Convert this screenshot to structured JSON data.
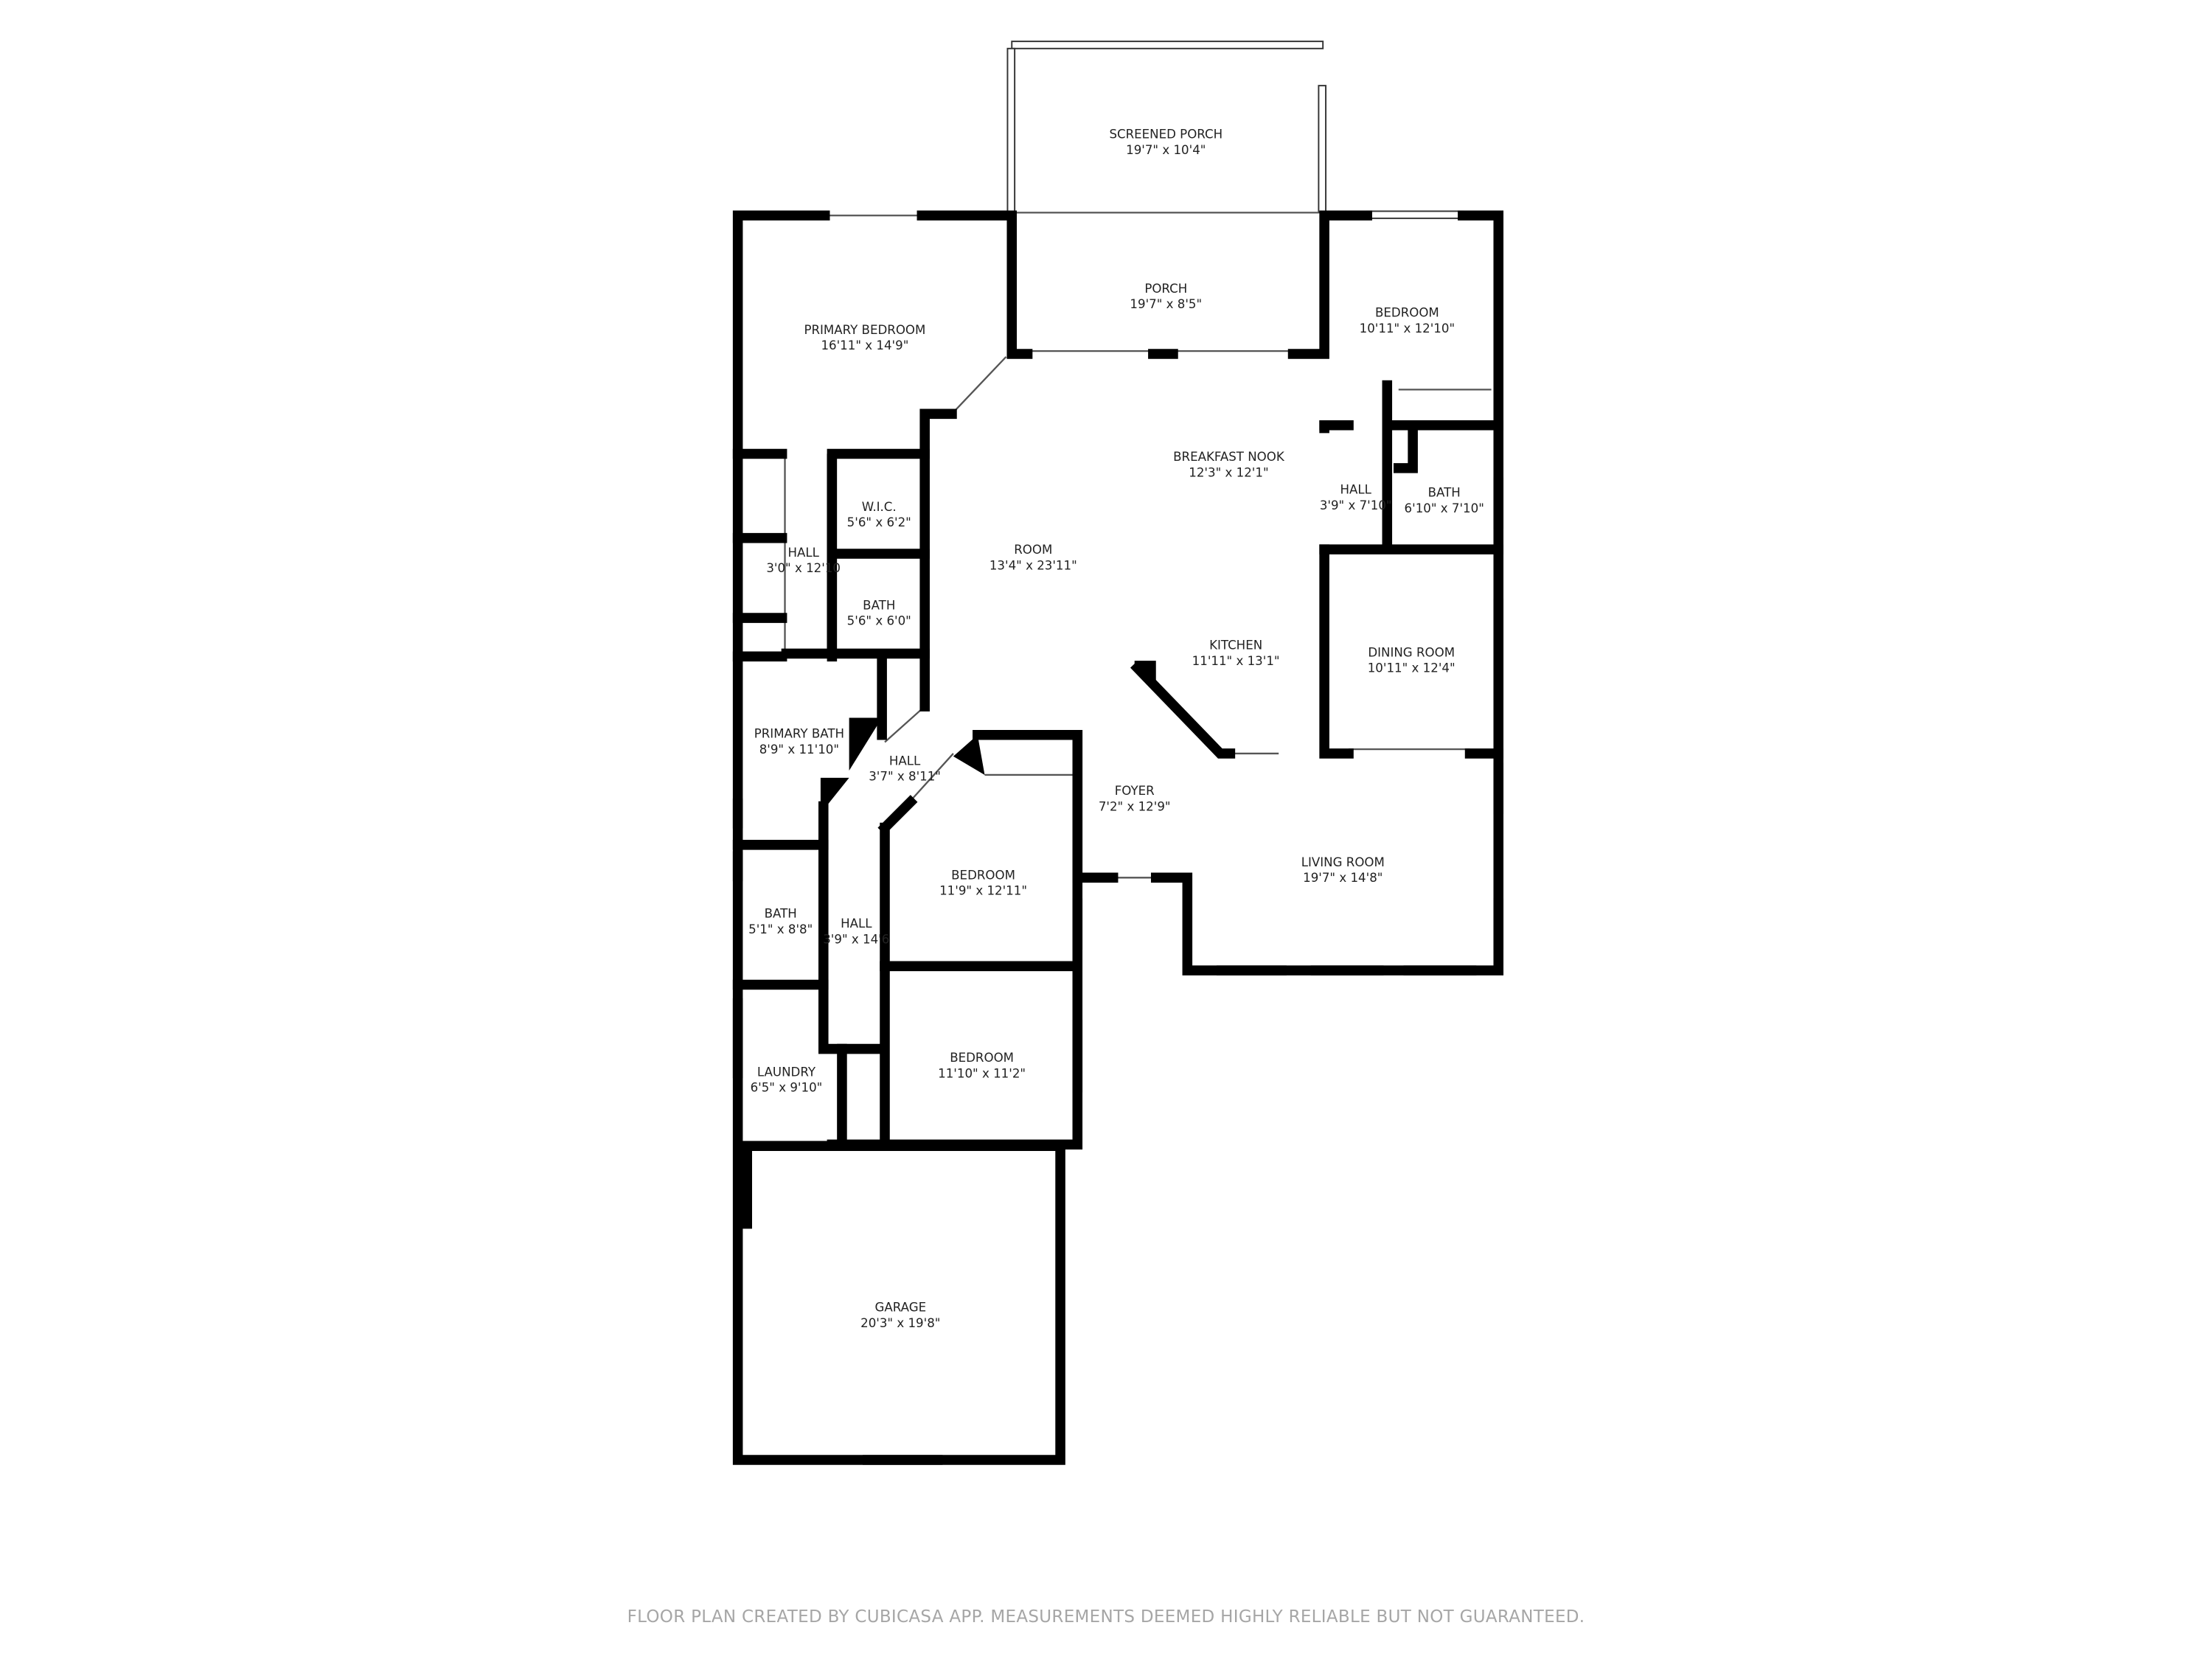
{
  "rooms": [
    {
      "name": "SCREENED PORCH",
      "dims": "19'7\" x 10'4\""
    },
    {
      "name": "PORCH",
      "dims": "19'7\" x 8'5\""
    },
    {
      "name": "PRIMARY BEDROOM",
      "dims": "16'11\" x 14'9\""
    },
    {
      "name": "BEDROOM",
      "dims": "10'11\" x 12'10\""
    },
    {
      "name": "BREAKFAST NOOK",
      "dims": "12'3\" x 12'1\""
    },
    {
      "name": "HALL",
      "dims": "3'9\" x 7'10\""
    },
    {
      "name": "BATH",
      "dims": "6'10\" x 7'10\""
    },
    {
      "name": "W.I.C.",
      "dims": "5'6\" x 6'2\""
    },
    {
      "name": "HALL",
      "dims": "3'0\" x 12'10"
    },
    {
      "name": "ROOM",
      "dims": "13'4\" x 23'11\""
    },
    {
      "name": "BATH",
      "dims": "5'6\" x 6'0\""
    },
    {
      "name": "KITCHEN",
      "dims": "11'11\" x 13'1\""
    },
    {
      "name": "DINING ROOM",
      "dims": "10'11\" x 12'4\""
    },
    {
      "name": "PRIMARY BATH",
      "dims": "8'9\" x 11'10\""
    },
    {
      "name": "HALL",
      "dims": "3'7\" x 8'11\""
    },
    {
      "name": "FOYER",
      "dims": "7'2\" x 12'9\""
    },
    {
      "name": "BEDROOM",
      "dims": "11'9\" x 12'11\""
    },
    {
      "name": "LIVING ROOM",
      "dims": "19'7\" x 14'8\""
    },
    {
      "name": "BATH",
      "dims": "5'1\" x 8'8\""
    },
    {
      "name": "HALL",
      "dims": "3'9\" x 14'6"
    },
    {
      "name": "LAUNDRY",
      "dims": "6'5\" x 9'10\""
    },
    {
      "name": "BEDROOM",
      "dims": "11'10\" x 11'2\""
    },
    {
      "name": "GARAGE",
      "dims": "20'3\" x 19'8\""
    }
  ],
  "footer": "FLOOR PLAN CREATED BY CUBICASA APP. MEASUREMENTS DEEMED HIGHLY RELIABLE BUT NOT GUARANTEED.",
  "colors": {
    "wall": "#000000",
    "text": "#222222",
    "footer": "#a6a6a6"
  }
}
